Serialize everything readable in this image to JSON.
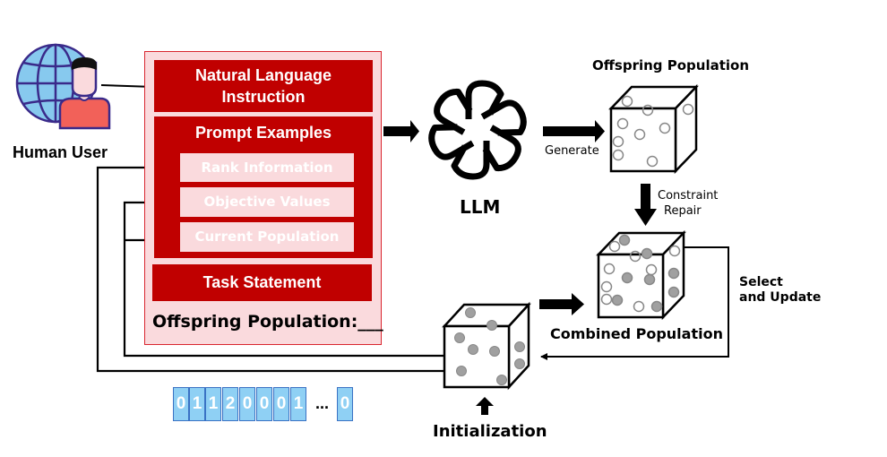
{
  "human_user": {
    "label": "Human User",
    "icon": "globe-user-icon"
  },
  "prompt": {
    "instruction": [
      "Natural Language",
      "Instruction"
    ],
    "examples_title": "Prompt Examples",
    "examples_items": [
      "Rank Information",
      "Objective Values",
      "Current Population"
    ],
    "task": "Task Statement",
    "offspring_prompt": "Offspring Population:___"
  },
  "llm": {
    "label": "LLM",
    "icon": "openai-logo-icon"
  },
  "edges": {
    "generate": "Generate",
    "constraint_repair": [
      "Constraint",
      "Repair"
    ],
    "select_update": [
      "Select",
      "and Update"
    ]
  },
  "populations": {
    "offspring": "Offspring Population",
    "combined": "Combined Population",
    "initialization": "Initialization"
  },
  "encoding": {
    "cells": [
      "0",
      "1",
      "1",
      "2",
      "0",
      "0",
      "0",
      "1"
    ],
    "ellipsis": "...",
    "last": "0"
  },
  "colors": {
    "red": "#c00000",
    "pink": "#fadadd",
    "cell_fill": "#8fd0f4",
    "cell_border": "#3a72c4",
    "grey_dot": "#a0a0a0"
  }
}
